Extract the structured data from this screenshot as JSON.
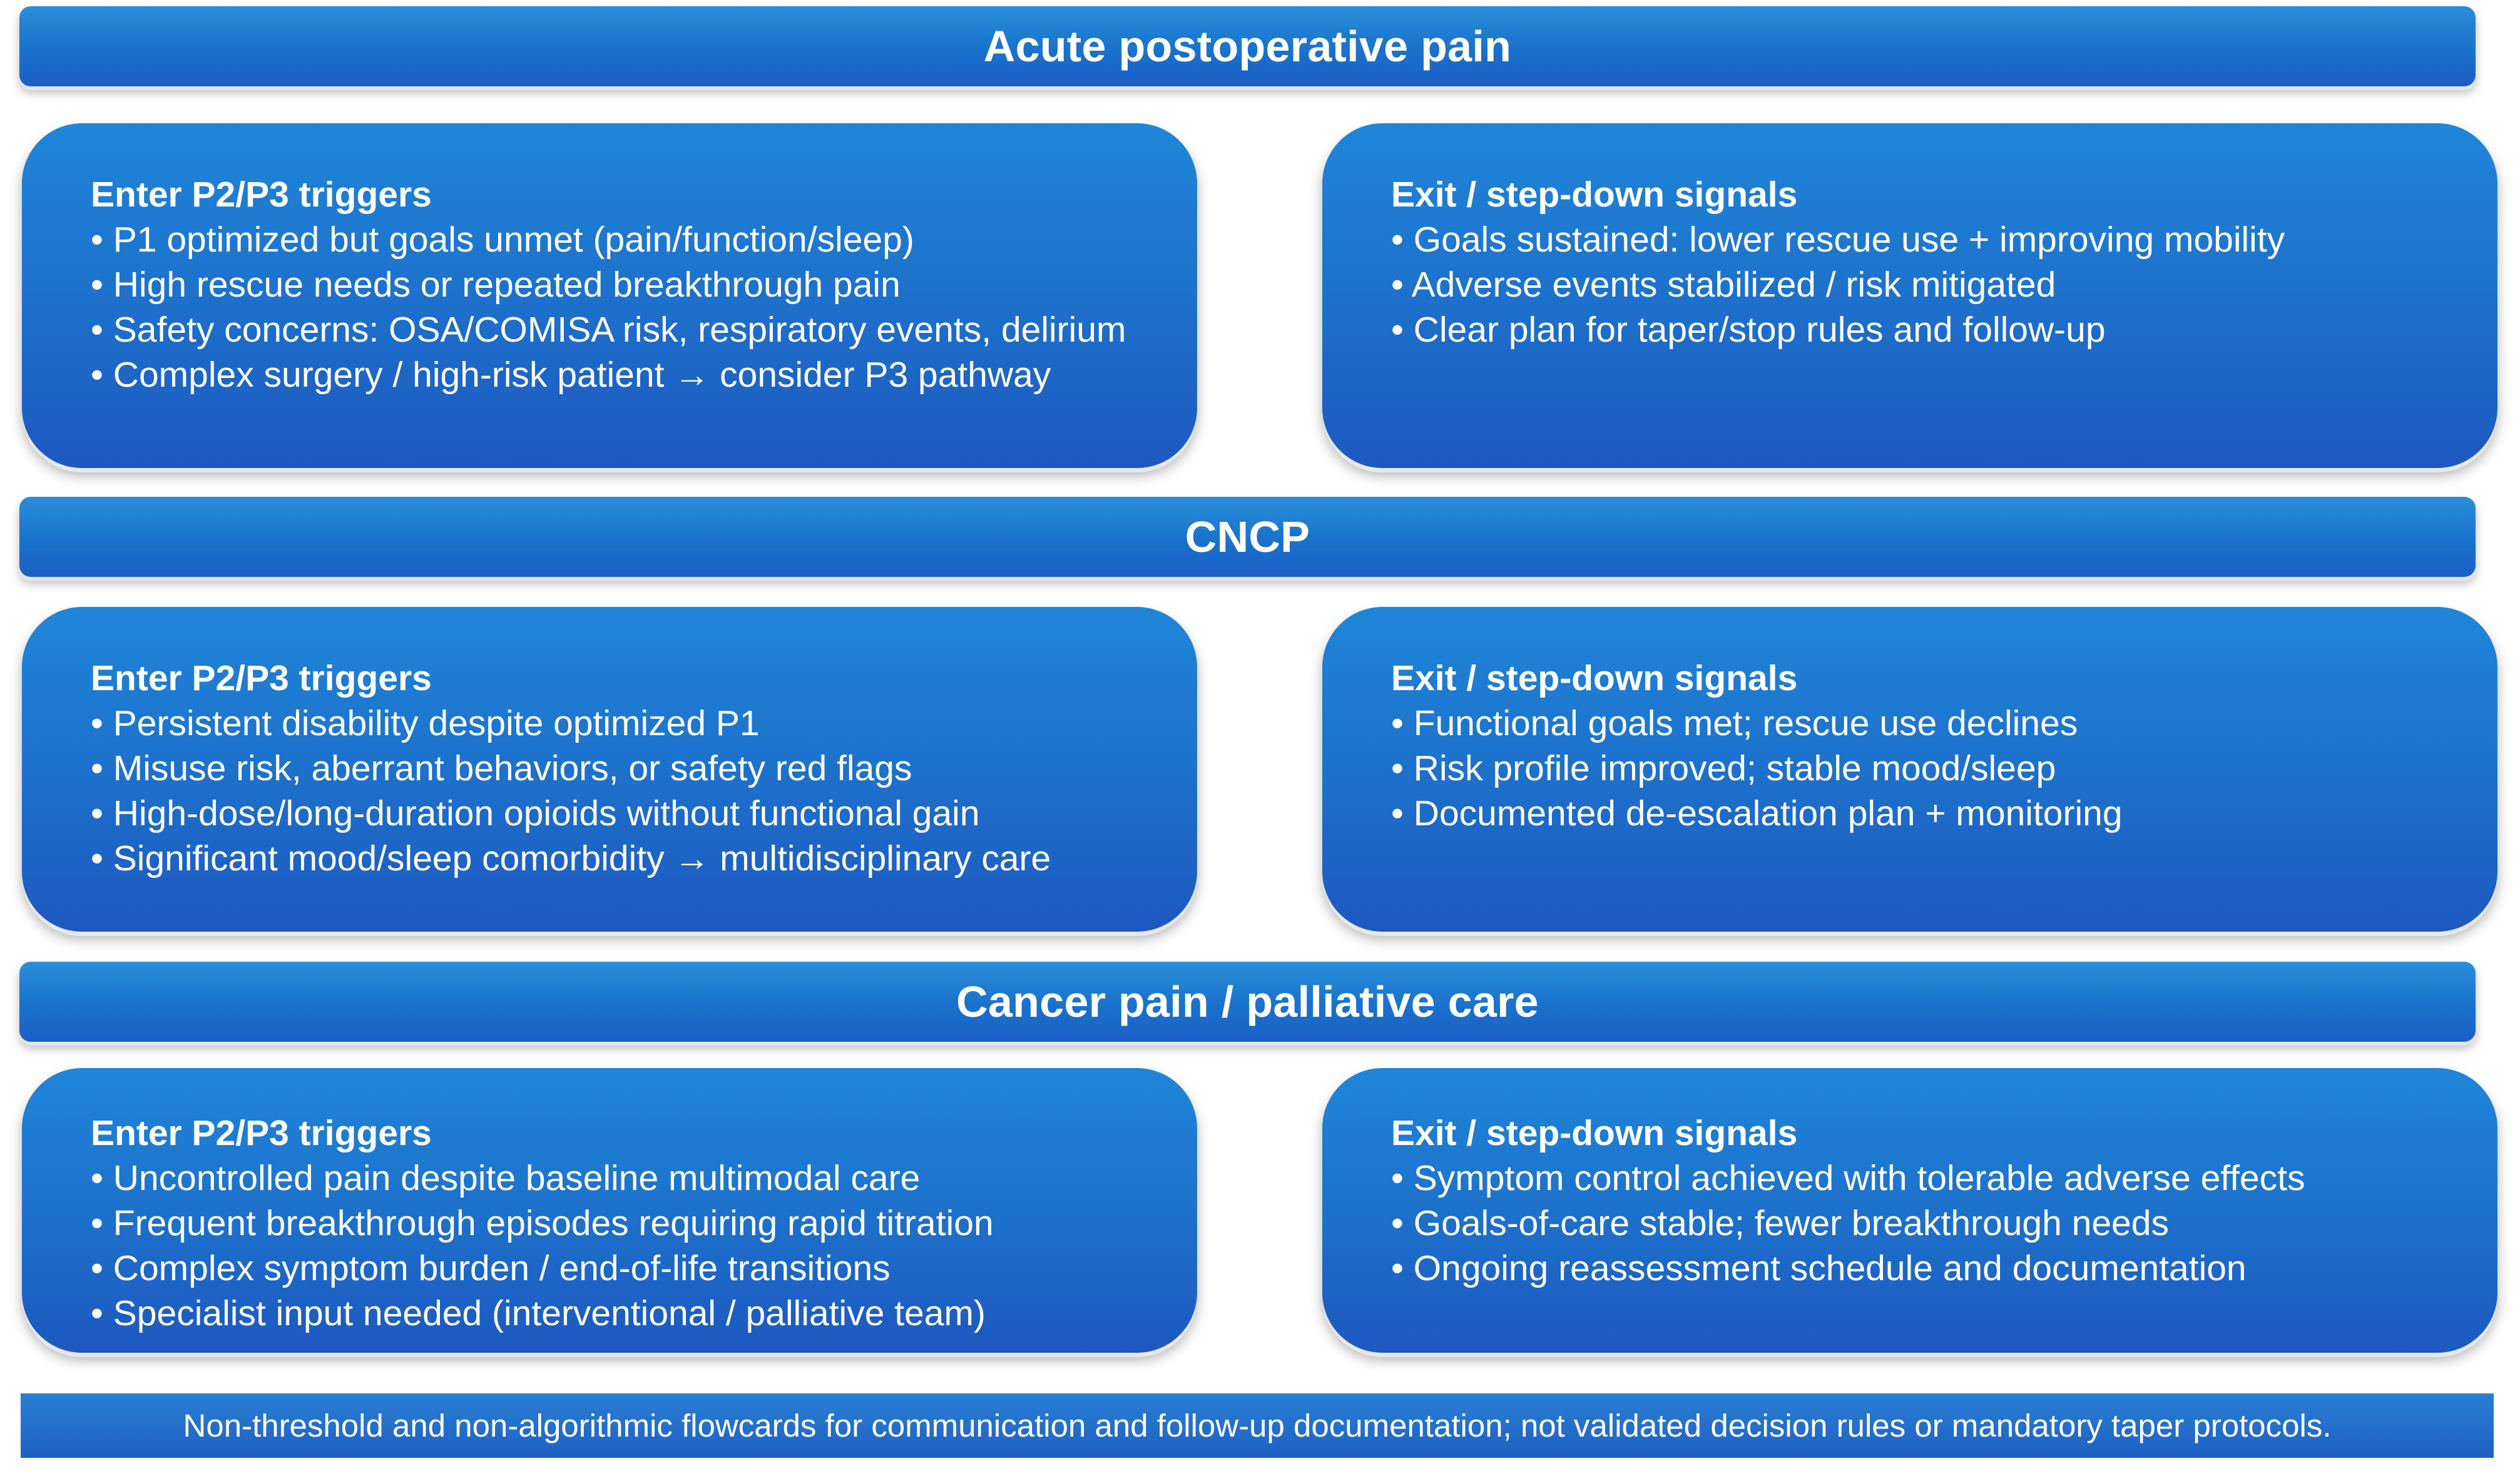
{
  "sections": [
    {
      "title": "Acute postoperative pain",
      "enter": {
        "heading": "Enter P2/P3 triggers",
        "items": [
          "• P1 optimized but goals unmet (pain/function/sleep)",
          "• High rescue needs or repeated breakthrough pain",
          "• Safety concerns: OSA/COMISA risk, respiratory events, delirium",
          "• Complex surgery / high-risk patient → consider P3 pathway"
        ]
      },
      "exit": {
        "heading": "Exit / step-down signals",
        "items": [
          "• Goals sustained: lower rescue use + improving mobility",
          "• Adverse events stabilized / risk mitigated",
          "• Clear plan for taper/stop rules and follow-up"
        ]
      }
    },
    {
      "title": "CNCP",
      "enter": {
        "heading": "Enter P2/P3 triggers",
        "items": [
          "• Persistent disability despite optimized P1",
          "• Misuse risk, aberrant behaviors, or safety red flags",
          "• High-dose/long-duration opioids without functional gain",
          "• Significant mood/sleep comorbidity → multidisciplinary care"
        ]
      },
      "exit": {
        "heading": "Exit / step-down signals",
        "items": [
          "• Functional goals met; rescue use declines",
          "• Risk profile improved; stable mood/sleep",
          "• Documented de-escalation plan + monitoring"
        ]
      }
    },
    {
      "title": "Cancer pain / palliative care",
      "enter": {
        "heading": "Enter P2/P3 triggers",
        "items": [
          "• Uncontrolled pain despite baseline multimodal care",
          "• Frequent breakthrough episodes requiring rapid titration",
          "• Complex symptom burden / end-of-life transitions",
          "• Specialist input needed (interventional / palliative team)"
        ]
      },
      "exit": {
        "heading": "Exit / step-down signals",
        "items": [
          "• Symptom control achieved with tolerable adverse effects",
          "• Goals-of-care stable; fewer breakthrough needs",
          "• Ongoing reassessment schedule and documentation"
        ]
      }
    }
  ],
  "footer": "Non-threshold and non-algorithmic flowcards for communication and follow-up documentation; not validated decision rules or mandatory taper protocols.",
  "colors": {
    "banner_blue": "#1a74cc",
    "card_blue": "#1d6fca",
    "text": "#ffffff"
  }
}
